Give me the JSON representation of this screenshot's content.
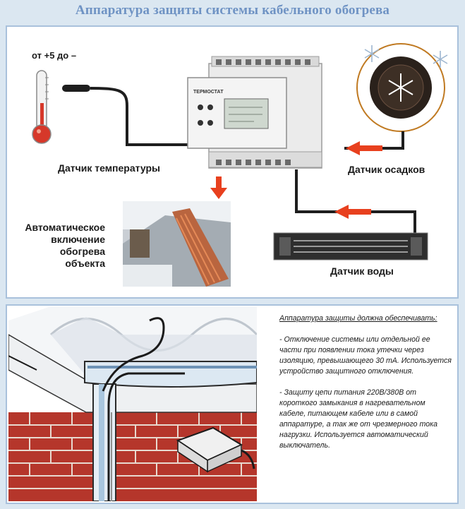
{
  "title": "Аппаратура защиты системы кабельного обогрева",
  "labels": {
    "range": "от +5 до –",
    "temp_sensor": "Датчик температуры",
    "precip_sensor": "Датчик осадков",
    "water_sensor": "Датчик  воды",
    "auto_heating": [
      "Автоматическое",
      "включение",
      "обогрева",
      "объекта"
    ]
  },
  "device": {
    "brand": "ТЕРМОСТАТ"
  },
  "note": {
    "header": "Аппаратура защиты должна обеспечивать:",
    "paragraphs": [
      "- Отключение системы или отдельной ее части при появлении тока утечки через изоляцию, превышающего 30 mA. Используется устройство защитного отключения.",
      "- Защиту цепи питания 220В/380В от короткого замыкания в нагревательном кабеле, питающем кабеле или в самой аппаратуре, а так же от чрезмерного тока нагрузки. Используется автоматический выключатель."
    ]
  },
  "colors": {
    "title": "#6f93c4",
    "border": "#a9c1dc",
    "arrow": "#e8401e",
    "brick": "#b5362b"
  }
}
